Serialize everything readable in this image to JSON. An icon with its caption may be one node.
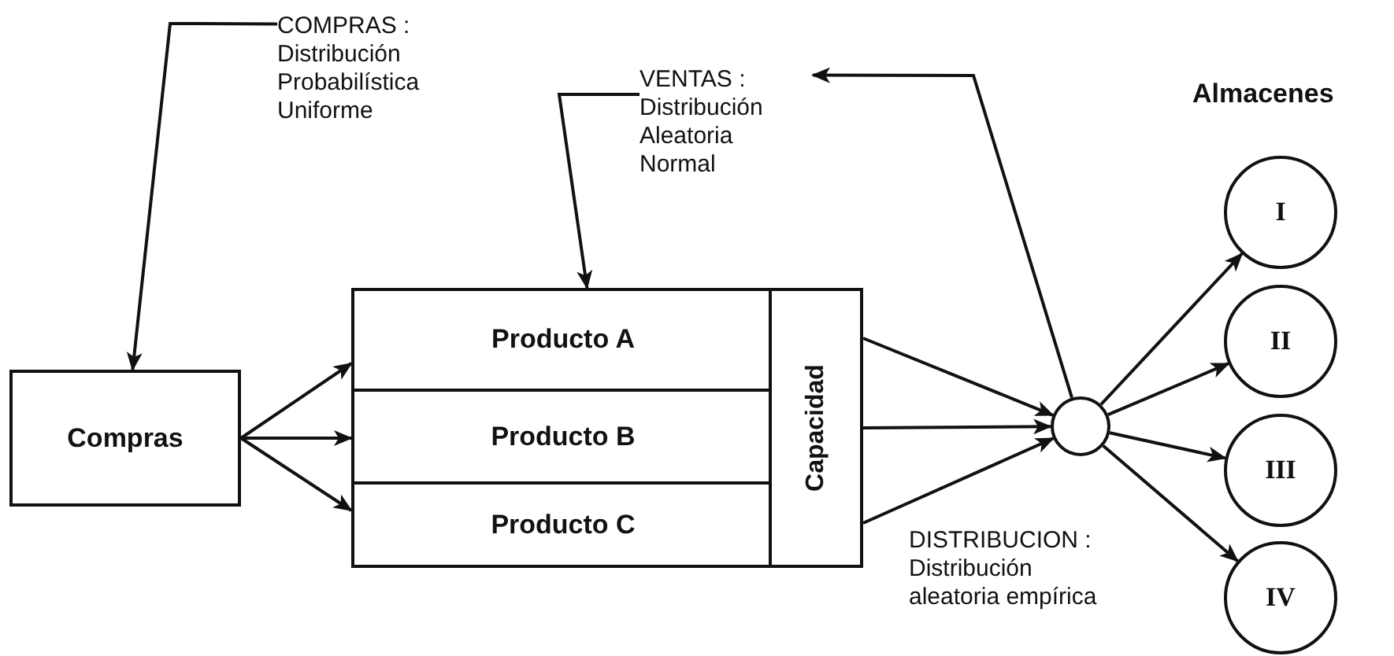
{
  "diagram": {
    "nodes": [
      {
        "text": [
          "COMPRAS :",
          "Distribución Probabilística Uniforme"
        ]
      },
      {
        "text": [
          "VENTAS :",
          "Distribución Aleatoria Normal"
        ]
      },
      {
        "text": [
          "Compras"
        ]
      },
      {
        "text": [],
        "shape": "box"
      },
      {
        "text": [
          "Producto A"
        ],
        "in": 3
      },
      {
        "text": [
          "Producto B"
        ],
        "in": 3
      },
      {
        "text": [
          "Producto C"
        ],
        "in": 3
      },
      {
        "text": [
          "Capacidad"
        ],
        "in": 3
      },
      {
        "text": [],
        "shape": "circle",
        "beside": [
          "DISTRIBUCION :",
          "Distribución aleatoria empírica"
        ]
      },
      {
        "text": [
          "I"
        ]
      },
      {
        "text": [
          "II"
        ]
      },
      {
        "text": [
          "III"
        ]
      },
      {
        "text": [
          "IV"
        ]
      }
    ],
    "edges": [
      {
        "from": 0,
        "to": 2,
        "arrow": "to"
      },
      {
        "from": 1,
        "to": 3,
        "arrow": "to"
      },
      {
        "from": 8,
        "to": 1,
        "arrow": "to"
      },
      {
        "from": 2,
        "to": 4,
        "arrow": "to"
      },
      {
        "from": 2,
        "to": 5,
        "arrow": "to"
      },
      {
        "from": 2,
        "to": 6,
        "arrow": "to"
      },
      {
        "from": 7,
        "to": 8,
        "arrow": "to"
      },
      {
        "from": 7,
        "to": 8,
        "arrow": "to"
      },
      {
        "from": 7,
        "to": 8,
        "arrow": "to"
      },
      {
        "from": 8,
        "to": 9,
        "arrow": "to"
      },
      {
        "from": 8,
        "to": 10,
        "arrow": "to"
      },
      {
        "from": 8,
        "to": 11,
        "arrow": "to"
      },
      {
        "from": 8,
        "to": 12,
        "arrow": "to"
      }
    ],
    "labels": [
      "Almacenes"
    ]
  }
}
